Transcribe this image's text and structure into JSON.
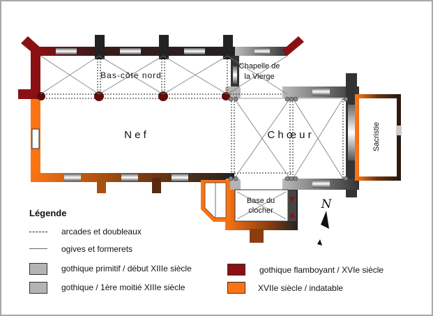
{
  "plan": {
    "rooms": {
      "bas_cote_nord": "Bas-côte nord",
      "chapelle_l1": "Chapelle de",
      "chapelle_l2": "la Vierge",
      "nef": "N e f",
      "choeur": "C h œ u r",
      "sacristie": "Sacristie",
      "base_l1": "Base du",
      "base_l2": "clocher"
    },
    "north_label": "N"
  },
  "legend": {
    "title": "Légende",
    "items": [
      {
        "label": "arcades et doubleaux",
        "kind": "dashed"
      },
      {
        "label": "ogives et formerets",
        "kind": "thin"
      },
      {
        "label": "gothique primitif / début XIIIe siècle",
        "kind": "swatch",
        "color": "#b4b4b4"
      },
      {
        "label": "gothique / 1ère moitié XIIIe siècle",
        "kind": "swatch",
        "color": "#b4b4b4"
      },
      {
        "label": "gothique flamboyant / XVIe siècle",
        "kind": "swatch",
        "color": "#8b1014"
      },
      {
        "label": "XVIIe siècle / indatable",
        "kind": "swatch",
        "color": "#fb7414"
      }
    ]
  },
  "colors": {
    "flamboyant": "#8b1014",
    "xvii": "#fb7414",
    "primitif": "#b4b4b4",
    "dark": "#222222"
  }
}
